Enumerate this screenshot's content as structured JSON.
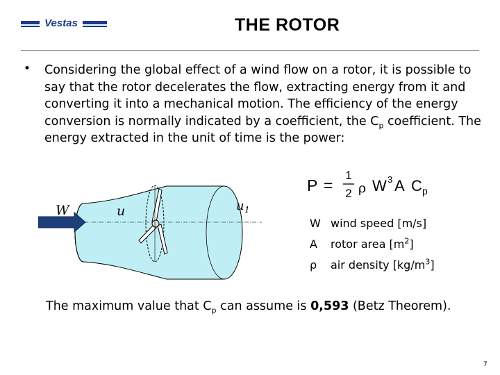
{
  "brand": {
    "name": "Vestas",
    "color": "#1a3a8a"
  },
  "title": "THE ROTOR",
  "bullet": {
    "p1": "Considering the global effect of a wind flow on a rotor, it is possible to say that the rotor decelerates the flow, extracting energy from it and converting it into a mechanical motion. The efficiency of the energy conversion is normally indicated by a coefficient, the C",
    "p_sub": "p",
    "p2": " coefficient. The energy extracted in the unit of time is the power:"
  },
  "formula": {
    "lhs": "P",
    "eq": "=",
    "num": "1",
    "den": "2",
    "rho": "ρ",
    "w": "W",
    "exp": "3",
    "a": "A",
    "c": "C",
    "c_sub": "p"
  },
  "diagram": {
    "w_label": "W",
    "u_label": "u",
    "u1_label": "u",
    "u1_sub": "1",
    "fill_color": "#bfeff4"
  },
  "variables": [
    {
      "symbol": "W",
      "desc_pre": "wind speed [m/s]",
      "sup": "",
      "desc_post": ""
    },
    {
      "symbol": "A",
      "desc_pre": "rotor area [m",
      "sup": "2",
      "desc_post": "]"
    },
    {
      "symbol": "ρ",
      "desc_pre": "air density [kg/m",
      "sup": "3",
      "desc_post": "]"
    }
  ],
  "betz": {
    "pre": "The maximum value that C",
    "sub": "p",
    "mid": " can assume is ",
    "value": "0,593",
    "post": " (Betz Theorem)."
  },
  "page_number": "7"
}
